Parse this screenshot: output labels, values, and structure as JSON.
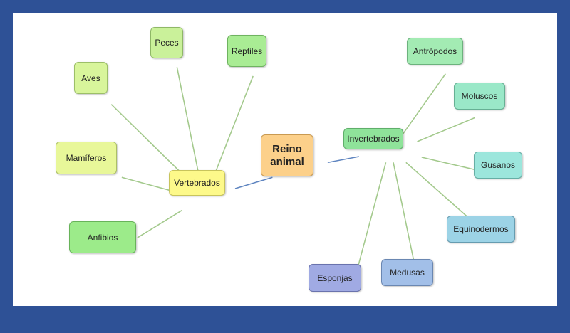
{
  "center": {
    "label": "Reino animal",
    "color": "#fcd08a"
  },
  "branches": {
    "vertebrados": {
      "label": "Vertebrados",
      "color": "#fdf98a"
    },
    "invertebrados": {
      "label": "Invertebrados",
      "color": "#8fe39a"
    }
  },
  "vertebrados_children": [
    {
      "label": "Aves",
      "color": "#d8f59b"
    },
    {
      "label": "Peces",
      "color": "#caf19a"
    },
    {
      "label": "Reptiles",
      "color": "#a9ec94"
    },
    {
      "label": "Mamíferos",
      "color": "#e8f799"
    },
    {
      "label": "Anfibios",
      "color": "#9ceb8a"
    }
  ],
  "invertebrados_children": [
    {
      "label": "Antrópodos",
      "color": "#a3ebb3"
    },
    {
      "label": "Moluscos",
      "color": "#9ae8c8"
    },
    {
      "label": "Gusanos",
      "color": "#9ce6dc"
    },
    {
      "label": "Equinodermos",
      "color": "#9cd3e6"
    },
    {
      "label": "Medusas",
      "color": "#a2bfe8"
    },
    {
      "label": "Esponjas",
      "color": "#a0aae3"
    }
  ]
}
